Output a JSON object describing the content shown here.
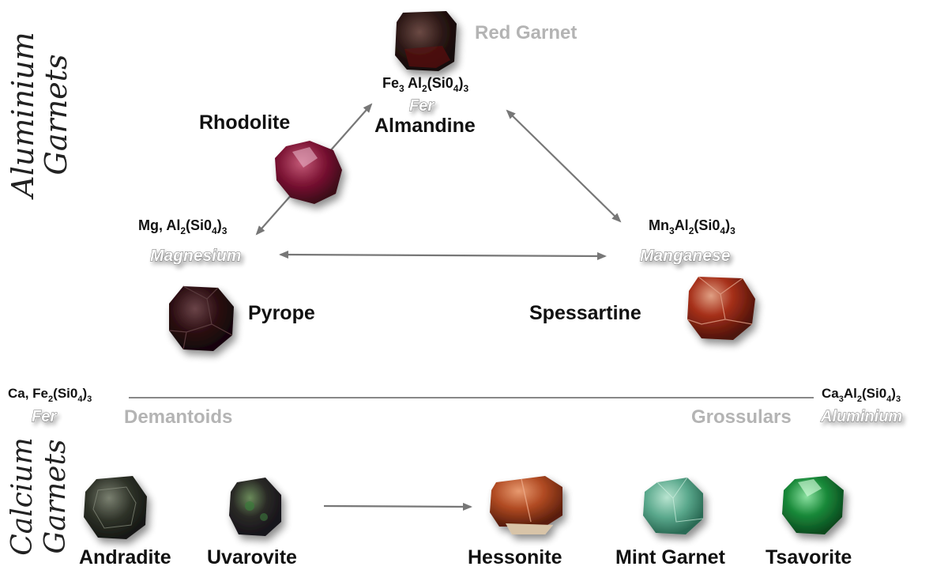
{
  "sections": {
    "aluminium": [
      "Aluminium",
      "Garnets"
    ],
    "calcium": [
      "Calcium",
      "Garnets"
    ]
  },
  "top": {
    "red_garnet": "Red Garnet",
    "almandine": {
      "formula": [
        "Fe",
        "3",
        " Al",
        "2",
        "(Si0",
        "4",
        ")",
        "3"
      ],
      "element": "Fer",
      "name": "Almandine"
    },
    "rhodolite": "Rhodolite",
    "pyrope": {
      "formula": [
        "Mg, Al",
        "2",
        "(Si0",
        "4",
        ")",
        "3"
      ],
      "element": "Magnesium",
      "name": "Pyrope"
    },
    "spessartine": {
      "formula": [
        "Mn",
        "3",
        "Al",
        "2",
        "(Si0",
        "4",
        ")",
        "3"
      ],
      "element": "Manganese",
      "name": "Spessartine"
    }
  },
  "bottom": {
    "demantoids": {
      "formula": [
        "Ca, Fe",
        "2",
        "(Si0",
        "4",
        ")",
        "3"
      ],
      "element": "Fer",
      "name": "Demantoids"
    },
    "grossulars": {
      "formula": [
        "Ca",
        "3",
        "Al",
        "2",
        "(Si0",
        "4",
        ")",
        "3"
      ],
      "element": "Aluminium",
      "name": "Grossulars"
    },
    "gems": [
      "Andradite",
      "Uvarovite",
      "Hessonite",
      "Mint Garnet",
      "Tsavorite"
    ]
  },
  "colors": {
    "red_garnet": "#3a1a18",
    "rhodolite": "#8a1a3a",
    "pyrope": "#2e1014",
    "spessartine": "#9a2a14",
    "andradite": "#2c2f26",
    "uvarovite": "#2a2628",
    "hessonite": "#b04a22",
    "mint_garnet": "#5aa88c",
    "tsavorite": "#1a8a3a"
  }
}
